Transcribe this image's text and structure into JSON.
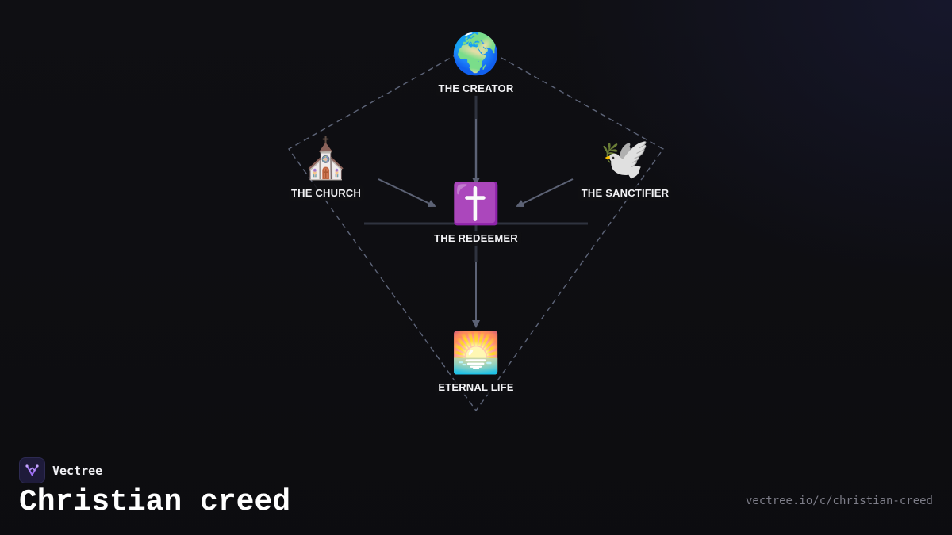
{
  "brand": {
    "name": "Vectree",
    "logo_icon": "vectree-logo-icon"
  },
  "title": "Christian creed",
  "url": "vectree.io/c/christian-creed",
  "colors": {
    "background": "#0f0f13",
    "edge": "#5c6275",
    "dashed_outline": "#5d6478",
    "label": "#f2f2f5",
    "url_text": "#7d7d88",
    "logo_accent": "#9b6cf0"
  },
  "diagram": {
    "nodes": [
      {
        "id": "creator",
        "label": "THE CREATOR",
        "icon": "🌍",
        "icon_name": "globe-icon"
      },
      {
        "id": "church",
        "label": "THE CHURCH",
        "icon": "⛪",
        "icon_name": "church-icon"
      },
      {
        "id": "sanctifier",
        "label": "THE SANCTIFIER",
        "icon": "🕊️",
        "icon_name": "dove-icon"
      },
      {
        "id": "redeemer",
        "label": "THE REDEEMER",
        "icon": "✝️",
        "icon_name": "latin-cross-icon"
      },
      {
        "id": "eternal",
        "label": "ETERNAL LIFE",
        "icon": "🌅",
        "icon_name": "sunrise-icon"
      }
    ],
    "edges": [
      {
        "from": "creator",
        "to": "redeemer"
      },
      {
        "from": "church",
        "to": "redeemer"
      },
      {
        "from": "sanctifier",
        "to": "redeemer"
      },
      {
        "from": "redeemer",
        "to": "eternal"
      }
    ]
  }
}
